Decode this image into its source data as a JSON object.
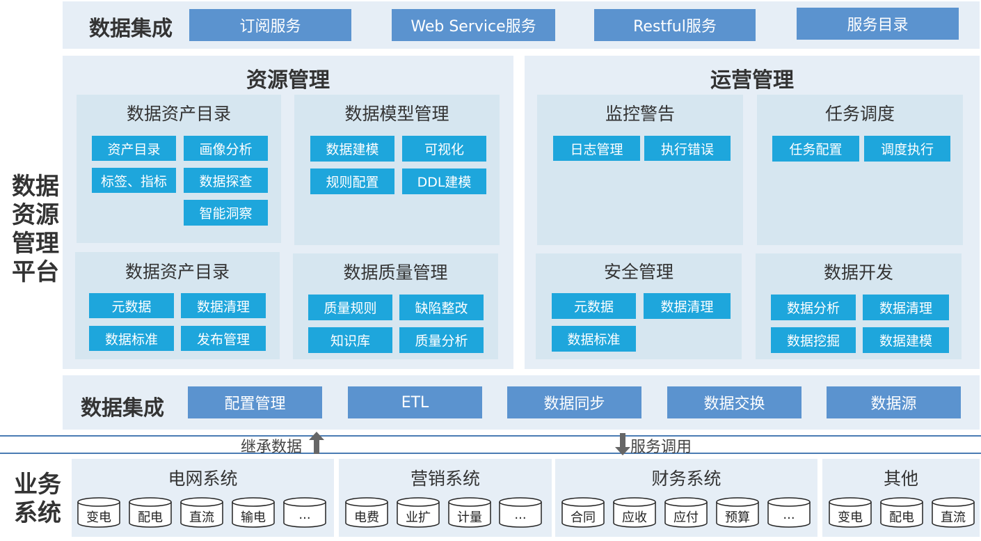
{
  "top": {
    "title": "数据集成",
    "buttons": [
      "订阅服务",
      "Web Service服务",
      "Restful服务",
      "服务目录"
    ]
  },
  "side_label": [
    "数据",
    "资源",
    "管理",
    "平台"
  ],
  "resource": {
    "title": "资源管理",
    "blocks": [
      {
        "title": "数据资产目录",
        "chips": [
          "资产目录",
          "画像分析",
          "标签、指标",
          "数据探查",
          "智能洞察"
        ]
      },
      {
        "title": "数据模型管理",
        "chips": [
          "数据建模",
          "可视化",
          "规则配置",
          "DDL建模"
        ]
      },
      {
        "title": "数据资产目录",
        "chips": [
          "元数据",
          "数据清理",
          "数据标准",
          "发布管理"
        ]
      },
      {
        "title": "数据质量管理",
        "chips": [
          "质量规则",
          "缺陷整改",
          "知识库",
          "质量分析"
        ]
      }
    ]
  },
  "ops": {
    "title": "运营管理",
    "blocks": [
      {
        "title": "监控警告",
        "chips": [
          "日志管理",
          "执行错误"
        ]
      },
      {
        "title": "任务调度",
        "chips": [
          "任务配置",
          "调度执行"
        ]
      },
      {
        "title": "安全管理",
        "chips": [
          "元数据",
          "数据清理",
          "数据标准"
        ]
      },
      {
        "title": "数据开发",
        "chips": [
          "数据分析",
          "数据清理",
          "数据挖掘",
          "数据建模"
        ]
      }
    ]
  },
  "integration": {
    "title": "数据集成",
    "buttons": [
      "配置管理",
      "ETL",
      "数据同步",
      "数据交换",
      "数据源"
    ]
  },
  "arrows": {
    "up_label": "继承数据",
    "down_label": "服务调用"
  },
  "business": {
    "label": [
      "业务",
      "系统"
    ],
    "systems": [
      {
        "title": "电网系统",
        "items": [
          "变电",
          "配电",
          "直流",
          "输电",
          "..."
        ]
      },
      {
        "title": "营销系统",
        "items": [
          "电费",
          "业扩",
          "计量",
          "..."
        ]
      },
      {
        "title": "财务系统",
        "items": [
          "合同",
          "应收",
          "应付",
          "预算",
          "..."
        ]
      },
      {
        "title": "其他",
        "items": [
          "变电",
          "配电",
          "直流"
        ]
      }
    ]
  },
  "colors": {
    "band": "#e6eef6",
    "subpanel": "#d6e6f0",
    "blue_button": "#5b93cf",
    "chip": "#1ea6dc",
    "line": "#4a7bb3"
  }
}
